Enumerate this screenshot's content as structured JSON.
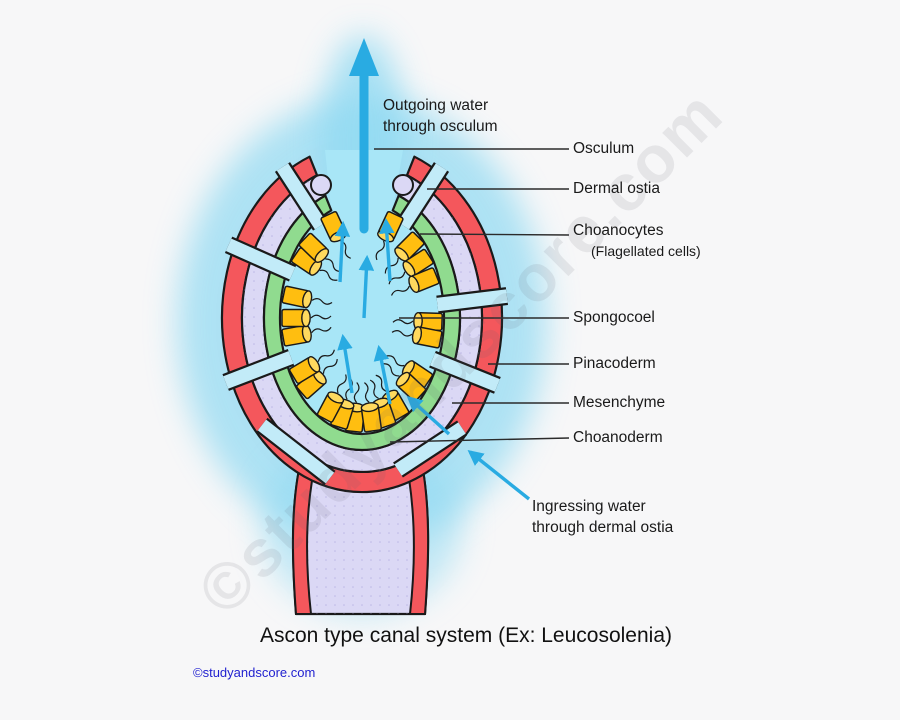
{
  "title": "Ascon type canal system (Ex: Leucosolenia)",
  "credit": "©studyandscore.com",
  "watermark": "©studyandscore.com",
  "annotations": {
    "outgoing_line1": "Outgoing water",
    "outgoing_line2": "through osculum",
    "ingressing_line1": "Ingressing water",
    "ingressing_line2": "through dermal ostia"
  },
  "labels": {
    "osculum": "Osculum",
    "dermal_ostia": "Dermal ostia",
    "choanocytes": "Choanocytes",
    "choanocytes_sub": "(Flagellated cells)",
    "spongocoel": "Spongocoel",
    "pinacoderm": "Pinacoderm",
    "mesenchyme": "Mesenchyme",
    "choanoderm": "Choanoderm"
  },
  "colors": {
    "background": "#f7f7f8",
    "glow": "#8ed9f2",
    "spongocoel_water": "#a8e6f7",
    "channel_water": "#c2ebf8",
    "pinacoderm_red": "#f4575c",
    "mesenchyme_lavender": "#dbd8f5",
    "choanoderm_green": "#90db8f",
    "choanocyte_yellow": "#ffbe10",
    "choanocyte_cap": "#ffd95e",
    "flow_arrow_blue": "#29abe2",
    "outline": "#1a1a1a",
    "leader_line": "#2b2b2b"
  }
}
